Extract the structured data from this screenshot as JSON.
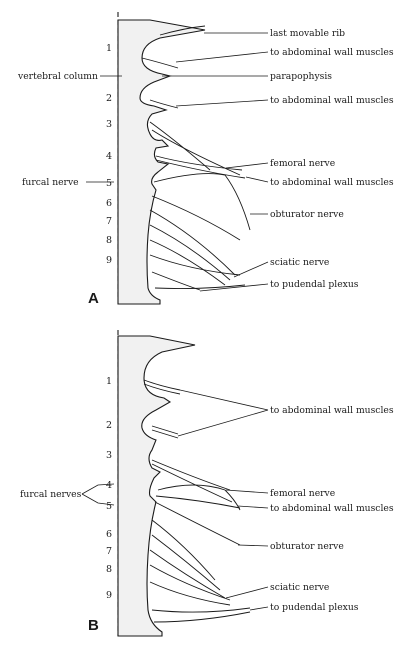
{
  "panel_a": {
    "letter": "A",
    "left_labels": {
      "vertebral_column": "vertebral column",
      "furcal_nerve": "furcal nerve"
    },
    "vertebra_numbers": [
      "1",
      "2",
      "3",
      "4",
      "5",
      "6",
      "7",
      "8",
      "9"
    ],
    "right_labels": [
      "last movable rib",
      "to abdominal wall muscles",
      "parapophysis",
      "to abdominal wall muscles",
      "femoral nerve",
      "to abdominal wall muscles",
      "obturator nerve",
      "sciatic nerve",
      "to pudendal plexus"
    ]
  },
  "panel_b": {
    "letter": "B",
    "left_labels": {
      "furcal_nerves": "furcal nerves"
    },
    "vertebra_numbers": [
      "1",
      "2",
      "3",
      "4",
      "5",
      "6",
      "7",
      "8",
      "9"
    ],
    "right_labels": [
      "to abdominal wall muscles",
      "femoral nerve",
      "to abdominal wall muscles",
      "obturator nerve",
      "sciatic nerve",
      "to pudendal plexus"
    ]
  }
}
